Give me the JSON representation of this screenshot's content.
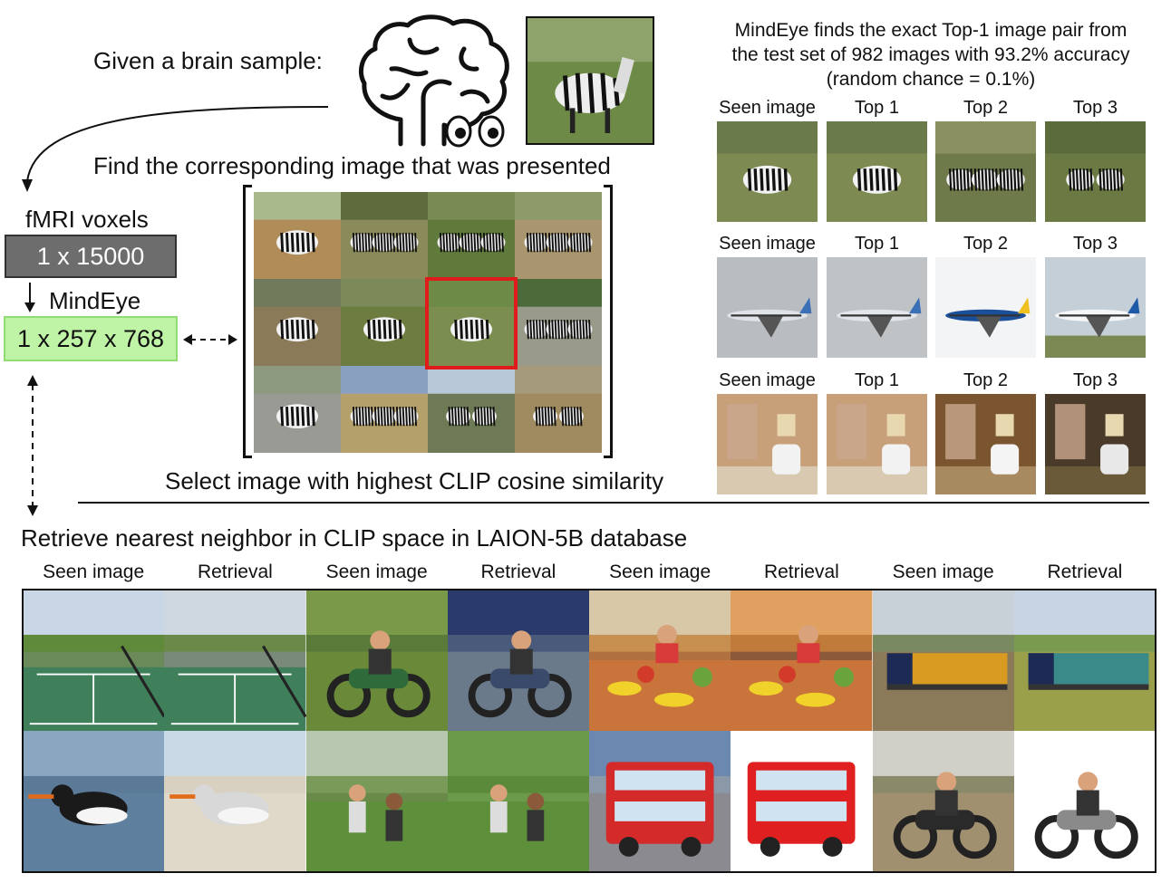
{
  "given_label": "Given a brain sample:",
  "find_label": "Find the corresponding image that was presented",
  "fmri_label": "fMRI voxels",
  "voxel_box": "1 x 15000",
  "model_label": "MindEye",
  "embed_box": "1 x 257 x 768",
  "select_label": "Select image with highest CLIP cosine similarity",
  "retrieve_label": "Retrieve nearest neighbor in CLIP space in LAION-5B database",
  "top_right": {
    "line1": "MindEye finds the exact Top-1 image pair from",
    "line2": "the test set of 982 images with 93.2% accuracy",
    "line3": "(random chance = 0.1%)",
    "headers": [
      "Seen image",
      "Top 1",
      "Top 2",
      "Top 3"
    ]
  },
  "bottom_headers": [
    "Seen image",
    "Retrieval",
    "Seen image",
    "Retrieval",
    "Seen image",
    "Retrieval",
    "Seen image",
    "Retrieval"
  ],
  "colors": {
    "voxel_box": "#6d6d6d",
    "embed_box": "#bff3a5",
    "selection": "#e01b1b"
  },
  "icons": [
    "brain-icon",
    "eyes-icon"
  ]
}
